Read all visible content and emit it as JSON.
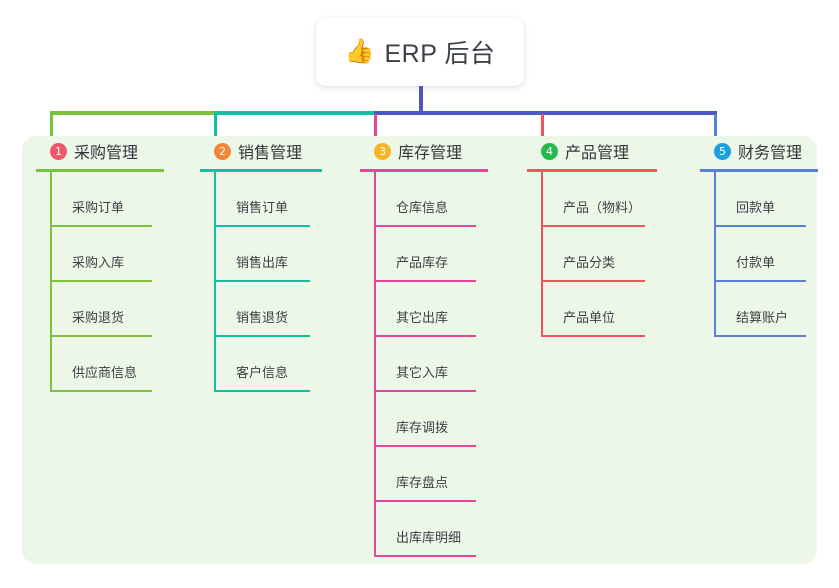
{
  "root": {
    "icon": "thumbs-up-icon",
    "icon_glyph": "👍",
    "title": "ERP 后台"
  },
  "panel": {
    "background": "#edf7e8"
  },
  "connector": {
    "trunk_color": "#4c57c4",
    "segments": [
      {
        "color": "#7cc23f",
        "from": "col1",
        "to": "col2"
      },
      {
        "color": "#12bfa2",
        "from": "col2",
        "to": "col3"
      },
      {
        "color": "#4c57c4",
        "from": "col3",
        "to": "col5"
      }
    ]
  },
  "columns": [
    {
      "index": "1",
      "title": "采购管理",
      "badge_color": "#f0576b",
      "line_color": "#7cc23f",
      "items": [
        "采购订单",
        "采购入库",
        "采购退货",
        "供应商信息"
      ]
    },
    {
      "index": "2",
      "title": "销售管理",
      "badge_color": "#f58634",
      "line_color": "#12bfa2",
      "items": [
        "销售订单",
        "销售出库",
        "销售退货",
        "客户信息"
      ]
    },
    {
      "index": "3",
      "title": "库存管理",
      "badge_color": "#f5b425",
      "line_color": "#e5459a",
      "items": [
        "仓库信息",
        "产品库存",
        "其它出库",
        "其它入库",
        "库存调拨",
        "库存盘点",
        "出库库明细"
      ]
    },
    {
      "index": "4",
      "title": "产品管理",
      "badge_color": "#28b94e",
      "line_color": "#f4535d",
      "items": [
        "产品（物料）",
        "产品分类",
        "产品单位"
      ]
    },
    {
      "index": "5",
      "title": "财务管理",
      "badge_color": "#1aa0e0",
      "line_color": "#5a7fd4",
      "items": [
        "回款单",
        "付款单",
        "结算账户"
      ]
    }
  ]
}
